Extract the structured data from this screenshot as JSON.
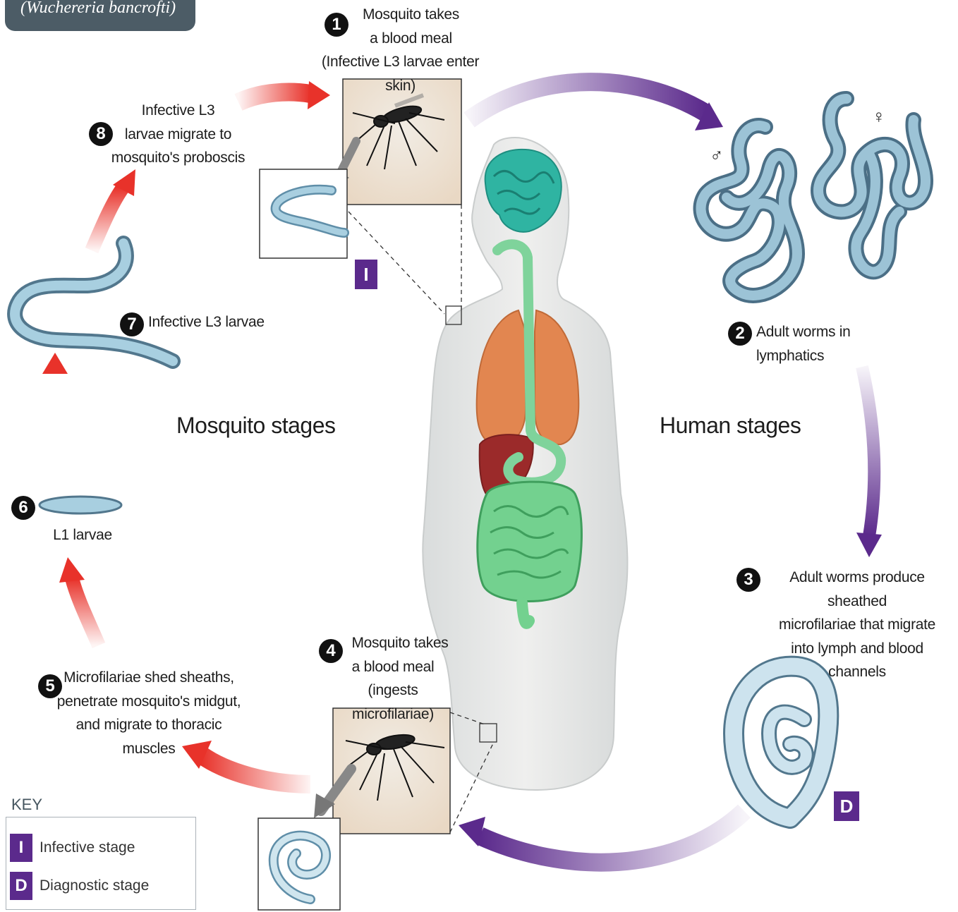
{
  "header": {
    "title": "(Wuchereria bancrofti)"
  },
  "regions": {
    "left": "Mosquito stages",
    "right": "Human stages"
  },
  "steps": [
    {
      "number": "1",
      "lines": [
        "Mosquito takes",
        "a blood meal",
        "(Infective L3 larvae enter skin)"
      ]
    },
    {
      "number": "2",
      "lines": [
        "Adult worms in lymphatics"
      ]
    },
    {
      "number": "3",
      "lines": [
        "Adult worms produce sheathed",
        "microfilariae that migrate",
        "into lymph and blood channels"
      ]
    },
    {
      "number": "4",
      "lines": [
        "Mosquito takes",
        "a blood meal",
        "(ingests microfilariae)"
      ]
    },
    {
      "number": "5",
      "lines": [
        "Microfilariae shed sheaths,",
        "penetrate mosquito's midgut,",
        "and migrate to thoracic muscles"
      ]
    },
    {
      "number": "6",
      "lines": [
        "L1 larvae"
      ]
    },
    {
      "number": "7",
      "lines": [
        "Infective L3 larvae"
      ]
    },
    {
      "number": "8",
      "lines": [
        "Infective L3",
        "larvae migrate to",
        "mosquito's proboscis"
      ]
    }
  ],
  "sex_symbols": {
    "male": "♂",
    "female": "♀"
  },
  "badges": {
    "infective": "I",
    "diagnostic": "D"
  },
  "key": {
    "title": "KEY",
    "items": [
      {
        "letter": "I",
        "label": "Infective stage"
      },
      {
        "letter": "D",
        "label": "Diagnostic stage"
      }
    ]
  },
  "colors": {
    "human_arrow": "#5b2a8c",
    "mosquito_arrow": "#e8322a",
    "badge": "#5b2a8c",
    "worm": "#8fb7cc",
    "body": "#e6e6e6"
  }
}
